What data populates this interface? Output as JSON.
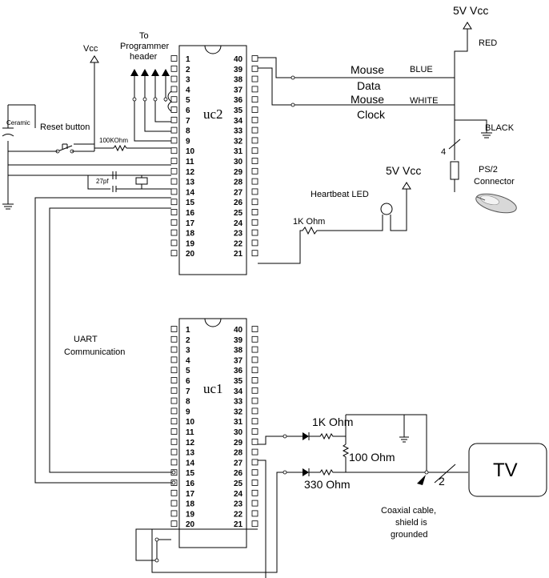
{
  "chips": [
    {
      "id": "uc2",
      "name": "uc2",
      "pins_left": [
        "1",
        "2",
        "3",
        "4",
        "5",
        "6",
        "7",
        "8",
        "9",
        "10",
        "11",
        "12",
        "13",
        "14",
        "15",
        "16",
        "17",
        "18",
        "19",
        "20"
      ],
      "pins_right": [
        "40",
        "39",
        "38",
        "37",
        "36",
        "35",
        "34",
        "33",
        "32",
        "31",
        "30",
        "29",
        "28",
        "27",
        "26",
        "25",
        "24",
        "23",
        "22",
        "21"
      ]
    },
    {
      "id": "uc1",
      "name": "uc1",
      "pins_left": [
        "1",
        "2",
        "3",
        "4",
        "5",
        "6",
        "7",
        "8",
        "9",
        "10",
        "11",
        "12",
        "13",
        "14",
        "15",
        "16",
        "17",
        "18",
        "19",
        "20"
      ],
      "pins_right": [
        "40",
        "39",
        "38",
        "37",
        "36",
        "35",
        "34",
        "33",
        "32",
        "31",
        "30",
        "29",
        "28",
        "27",
        "26",
        "25",
        "24",
        "23",
        "22",
        "21"
      ]
    }
  ],
  "labels": {
    "vcc_5v_top": "5V Vcc",
    "red": "RED",
    "blue": "BLUE",
    "white": "WHITE",
    "black": "BLACK",
    "bus_count_ps2": "4",
    "ps2": "PS/2",
    "connector": "Connector",
    "mouse_data_1": "Mouse",
    "mouse_data_2": "Data",
    "mouse_clock_1": "Mouse",
    "mouse_clock_2": "Clock",
    "to": "To",
    "programmer": "Programmer",
    "header": "header",
    "vcc_left": "Vcc",
    "ceramic": "Ceramic",
    "reset_button": "Reset button",
    "resistor_100k": "100KOhm",
    "cap_27p": "27pf",
    "vcc_5v_led": "5V Vcc",
    "heartbeat_led": "Heartbeat LED",
    "resistor_1k_led": "1K Ohm",
    "uart_1": "UART",
    "uart_2": "Communication",
    "resistor_1k_tv": "1K Ohm",
    "resistor_100": "100 Ohm",
    "resistor_330": "330 Ohm",
    "bus_count_tv": "2",
    "tv": "TV",
    "coax_1": "Coaxial cable,",
    "coax_2": "shield is",
    "coax_3": "grounded"
  }
}
